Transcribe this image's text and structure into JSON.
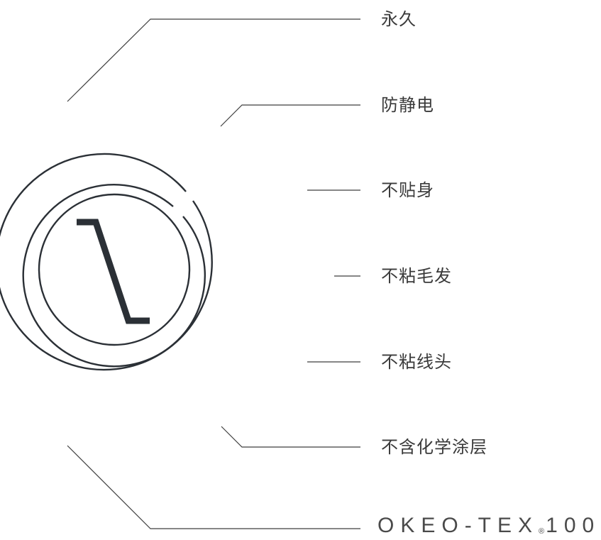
{
  "features": [
    {
      "label": "永久"
    },
    {
      "label": "防静电"
    },
    {
      "label": "不贴身"
    },
    {
      "label": "不粘毛发"
    },
    {
      "label": "不粘线头"
    },
    {
      "label": "不含化学涂层"
    }
  ],
  "certification": {
    "name": "OKEO-TEX",
    "registered_mark": "®",
    "number": "100"
  },
  "colors": {
    "line": "#3f3f3f",
    "logo_stroke": "#2b3036",
    "text": "#3a3a3a"
  }
}
